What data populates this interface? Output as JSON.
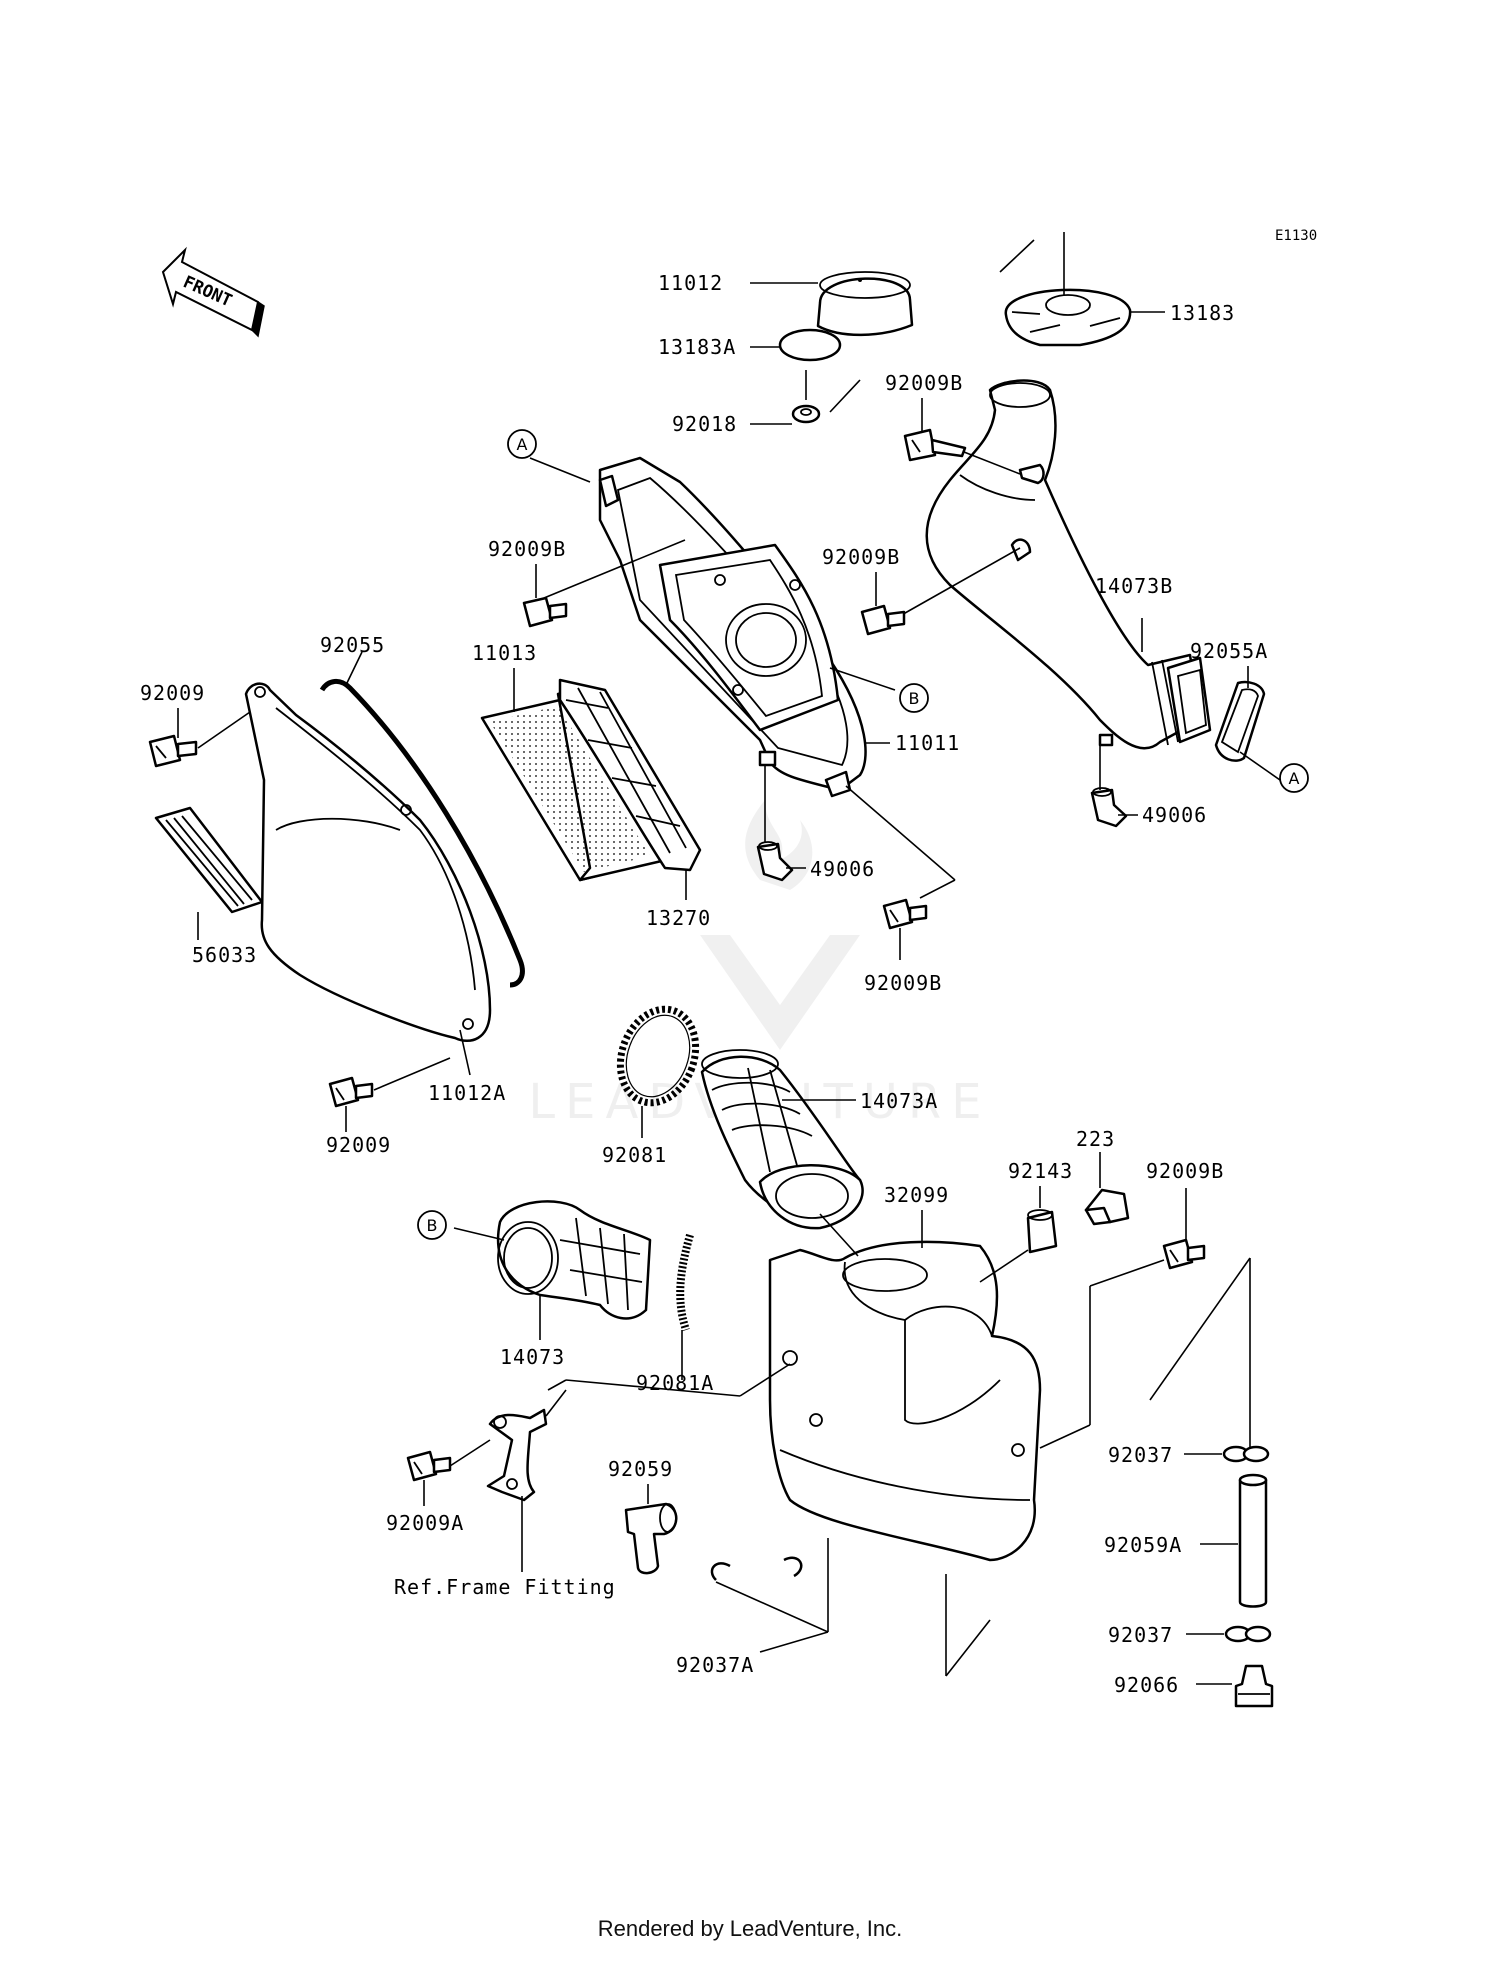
{
  "diagram_code": "E1130",
  "front_arrow_label": "FRONT",
  "reference_note": "Ref.Frame Fitting",
  "footer": "Rendered by LeadVenture, Inc.",
  "watermark": "LEADVENTURE",
  "callouts": {
    "A": "A",
    "B": "B"
  },
  "parts": {
    "p11012": "11012",
    "p13183A": "13183A",
    "p92018": "92018",
    "p13183": "13183",
    "p92009B_top": "92009B",
    "p92009B_box": "92009B",
    "p92009B_duct": "92009B",
    "p14073B": "14073B",
    "p92055A": "92055A",
    "p49006_duct": "49006",
    "p11011": "11011",
    "p49006_box": "49006",
    "p92009B_low": "92009B",
    "p11013": "11013",
    "p13270": "13270",
    "p92055": "92055",
    "p92009_top": "92009",
    "p56033": "56033",
    "p11012A": "11012A",
    "p92009_bot": "92009",
    "p92081": "92081",
    "p14073A": "14073A",
    "p14073": "14073",
    "p92081A": "92081A",
    "p32099": "32099",
    "p92143": "92143",
    "p223": "223",
    "p92009B_tank": "92009B",
    "p92037_top": "92037",
    "p92059A": "92059A",
    "p92037_bot": "92037",
    "p92066": "92066",
    "p92059": "92059",
    "p92037A": "92037A",
    "p92009A": "92009A"
  }
}
